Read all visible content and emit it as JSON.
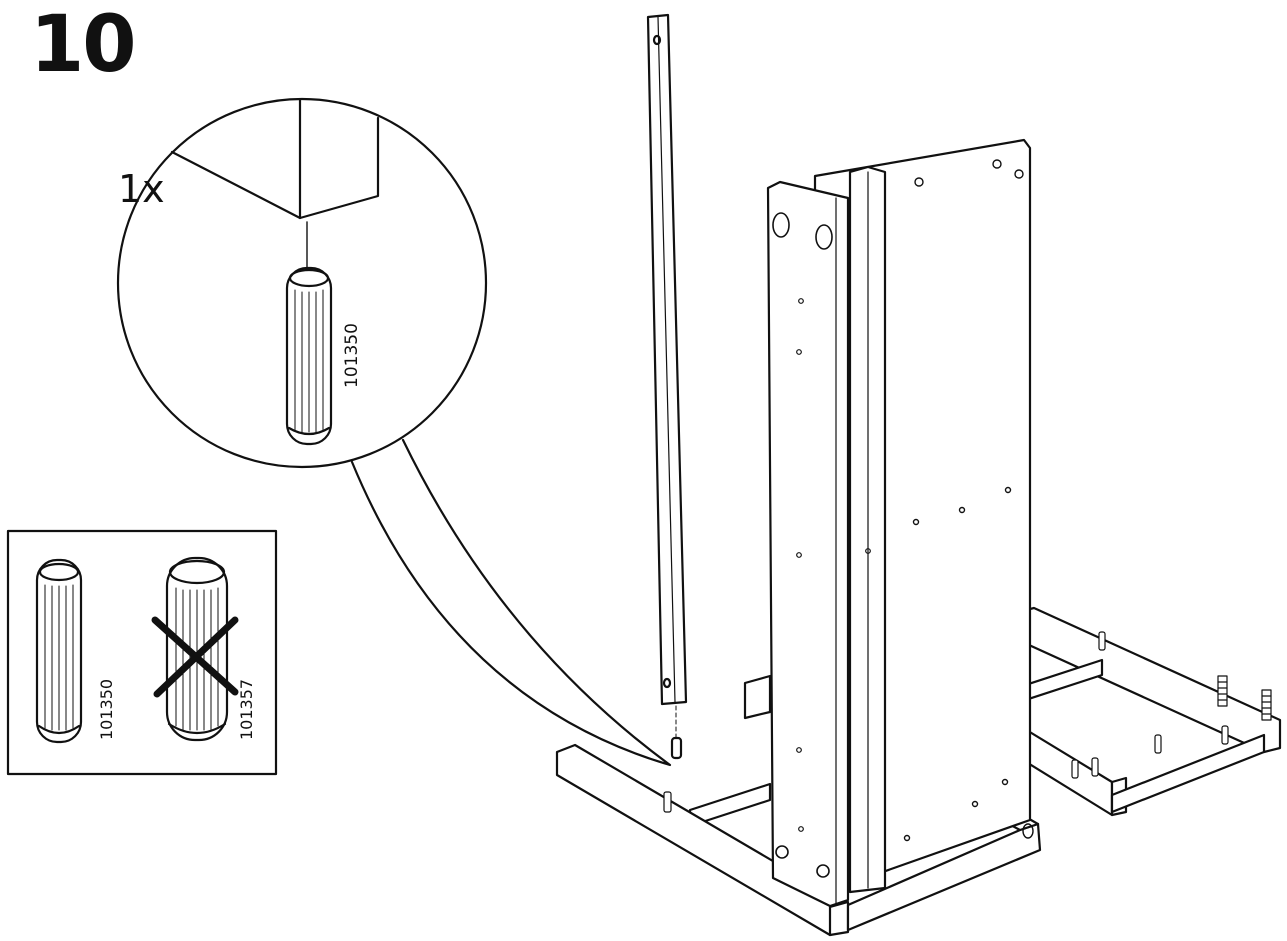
{
  "step": {
    "number": "10"
  },
  "detail": {
    "quantity": "1x",
    "part_number": "101350"
  },
  "comparison": {
    "correct_part": "101350",
    "incorrect_part": "101357"
  },
  "colors": {
    "line": "#111111",
    "paper": "#ffffff"
  }
}
